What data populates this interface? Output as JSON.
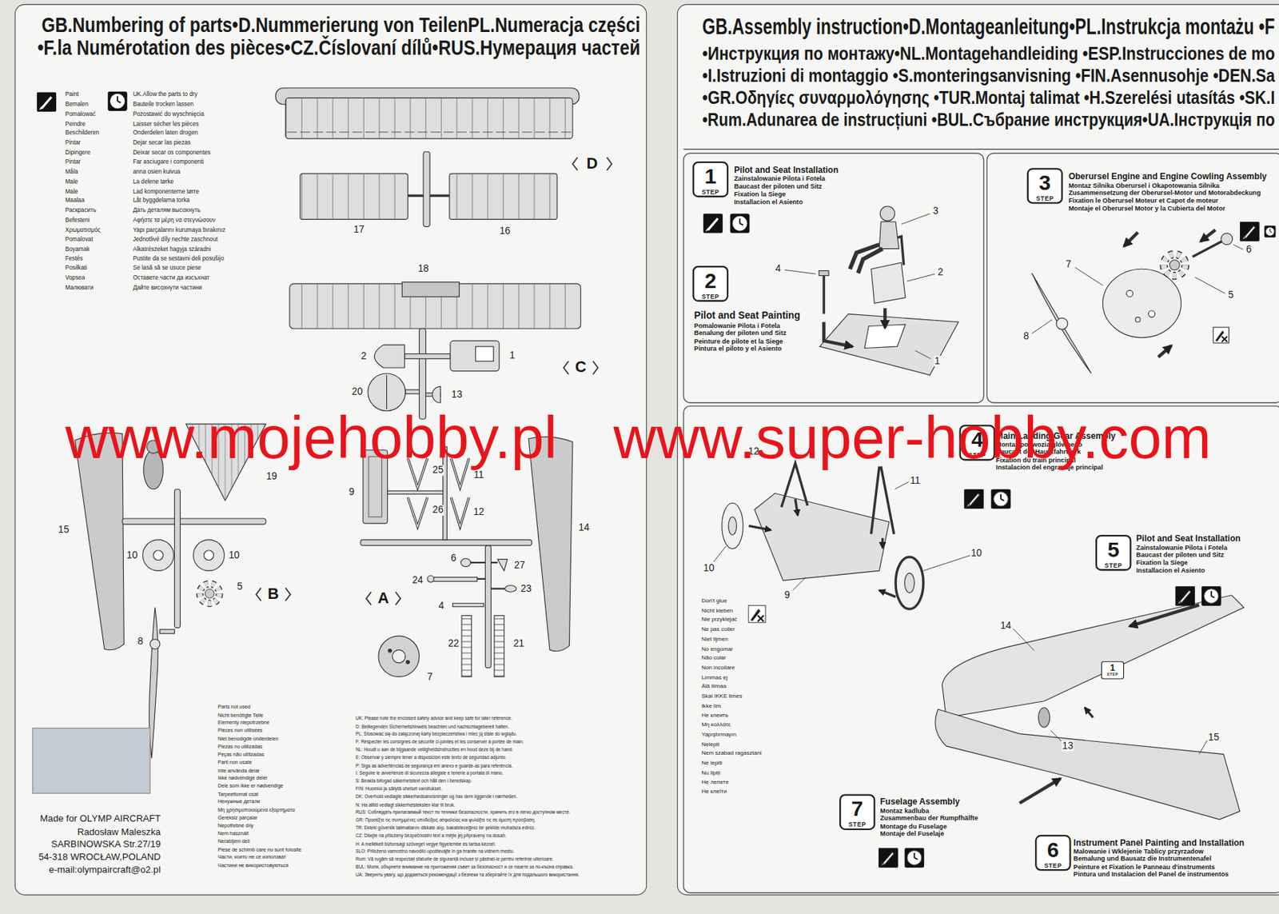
{
  "diagram": {
    "nodes": [
      {
        "text": [
          "GB.Numbering of parts•D.Nummerierung von TeilenPL.Numeracja części",
          "•F.la Numérotation des pièces•CZ.Číslovaní dílů•RUS.Нумерация частей"
        ]
      },
      {
        "text": [
          "GB.Assembly instruction•D.Montageanleitung•PL.Instrukcja montażu •F",
          "•Инструкция по монтажу•NL.Montagehandleiding •ESP.Instrucciones de mo",
          "•I.Istruzioni di montaggio •S.monteringsanvisning •FIN.Asennusohje •DEN.Sa",
          "•GR.Οδηγίες συναρμολόγησης •TUR.Montaj talimat •H.Szerelési utasítás •SK.I",
          "•Rum.Adunarea de instrucțiuni •BUL.Събрание инструкция•UA.Інструкція по"
        ]
      },
      {
        "text": [
          "1",
          "STEP",
          "Pilot and Seat Installation",
          "Zainstalowanie Pilota i Fotela",
          "Baucast der piloten und Sitz",
          "Fixation la Siege",
          "Installacion el Asiento"
        ],
        "in": 1
      },
      {
        "text": [
          "2",
          "STEP",
          "Pilot and Seat Painting",
          "Pomalowanie Pilota i Fotela",
          "Benalung der piloten und Sitz",
          "Peinture de pilote et la Siege",
          "Pintura el piloto y el Asiento"
        ],
        "in": 1
      },
      {
        "text": [
          "3",
          "STEP",
          "Oberursel Engine and Engine Cowling Assembly",
          "Montaz Silnika Oberursel i Okapotowania Silnika",
          "Zusammensetzung der Oberursel-Motor und Motorabdeckung",
          "Fixation le Oberursel Moteur et Capot de moteur",
          "Montaje el Oberursel Motor y la Cubierta del Motor"
        ],
        "in": 1
      },
      {
        "text": [
          "4",
          "STEP",
          "Main Landing Gear Assembly",
          "Montaz podwozia glównego",
          "Baucast der Hauptfahrwerk",
          "Fixation du train principal",
          "Instalacion del engranaje principal"
        ],
        "in": 1
      },
      {
        "text": [
          "5",
          "STEP",
          "Pilot and Seat Installation",
          "Zainstalowanie Pilota i Fotela",
          "Baucast der piloten und Sitz",
          "Fixation la Siege",
          "Installacion el Asiento"
        ],
        "in": 1
      },
      {
        "text": [
          "6",
          "STEP",
          "Instrument Panel Painting and Installation",
          "Malowanie i Wklejenie Tablicy przyrzadow",
          "Bemalung und Bausatz die Instrumentenafel",
          "Peinture et Fixation le Panneau d'instruments",
          "Pintura und Instalacion del Panel de instrumentos"
        ],
        "in": 1
      },
      {
        "text": [
          "7",
          "STEP",
          "Fuselage Assembly",
          "Montaz kadluba",
          "Zusammenbau der Rumpfhälfte",
          "Montage du Fuselage",
          "Montaje del Fuselaje"
        ],
        "in": 1
      },
      {
        "text": [
          "1",
          "STEP"
        ],
        "in": 1
      }
    ],
    "labels": [
      "www.mojehobby.pl",
      "www.super-hobby.com",
      "D",
      "C",
      "B",
      "A",
      "17",
      "16",
      "18",
      "2",
      "1",
      "20",
      "13",
      "19",
      "15",
      "10",
      "10",
      "5",
      "8",
      "9",
      "25",
      "11",
      "26",
      "12",
      "14",
      "6",
      "27",
      "24",
      "23",
      "4",
      "22",
      "21",
      "7",
      "3",
      "4",
      "2",
      "1",
      "6",
      "7",
      "5",
      "8",
      "12",
      "11",
      "10",
      "10",
      "9",
      "14",
      "15",
      "13",
      "Paint",
      "Bemalen",
      "Pomalować",
      "Peindre",
      "Beschilderen",
      "Pintar",
      "Dipingere",
      "Pintar",
      "Måla",
      "Male",
      "Male",
      "Maalaa",
      "Раскрасить",
      "Befesteni",
      "Χρωματισμός",
      "Pomalovat",
      "Boyamak",
      "Festés",
      "Posilkati",
      "Vopsea",
      "Малювати",
      "UK.Allow the parts to dry",
      "Bauteile trocken lassen",
      "Pozostawić do wyschnięcia",
      "Laisser sécher les pièces",
      "Onderdelen laten drogen",
      "Dejar secar las piezas",
      "Deixar secar os componentes",
      "Far asciugare i componenti",
      "anna osien kuivua",
      "La delene tørke",
      "Lad komponenterne tørre",
      "Låt byggdelarna torka",
      "Дать деталям высохнуть",
      "Αφήστε τα μέρη να στεγνώσουν",
      "Yapı parçalarını kurumaya bırakınız",
      "Jednotlivé díly nechte zaschnout",
      "Alkatrészeket hagyja száradni",
      "Pustite da se sestavni deli posušijo",
      "Se lasă să se usuce piese",
      "Оставете части да изсъхнат",
      "Дайте висохнути частини",
      "Parts not used",
      "Nicht benötigte Teile",
      "Elementy niepotrzebne",
      "Pièces non utilisées",
      "Niet benodigde onderdelen",
      "Piezas no utilizadas",
      "Peças não utilizadas",
      "Parti non usate",
      "Inte använda delar",
      "Ikke nødvendige deler",
      "Dele som ikke er nødvendige",
      "Tarpeettomat osat",
      "Ненужные детали",
      "Μη χρησιμοποιούμενα εξαρτήματα",
      "Gereksiz parçalar",
      "Nepotřebné díly",
      "Nem használt",
      "Nerabljeni deli",
      "Piese de schimb care nu sunt folosite",
      "Части, които не се използват",
      "Частини не використовуються",
      "Made for OLYMP AIRCRAFT",
      "Radosław Maleszka",
      "SARBINOWSKA Str.27/19",
      "54-318 WROCŁAW,POLAND",
      "e-mail:olympaircraft@o2.pl",
      "UK: Please note the enclosed safety advice and keep safe for later reference.",
      "D: Beiliegenden Sicherheitshinweis beachten und nachschlagebereit halten.",
      "PL: Stosować się do załączonej karty bezpieczeństwa i mieć ją stale do wglądu.",
      "F: Respecter les consignes de sécurité ci-jointes et les conserver à portée de main.",
      "NL: Houdt u aan de bijgaande veiligheidsinstructies en houd deze bij de hand.",
      "E: Observar y siempre tener a disposición este texto de seguridad adjunto.",
      "P: Siga as advertências de segurança em anexo e guarde-as para referência.",
      "I: Seguire le avvertenze di sicurezza allegate e tenerle a portata di mano.",
      "S: Beakta bifogad säkerhetstext och håll den i beredskap.",
      "FIN: Huomioi ja säilytä oheiset varoitukset.",
      "DK: Overhold vedlagte sikkerhedsanvisninger og hav dem liggende i nærheden.",
      "N: Ha alltid vedlagt sikkerhetsteksten klar til bruk.",
      "RUS: Соблюдать прилагаемый текст по технике безопасности, хранить его в легко доступном месте.",
      "GR: Προσέξτε τις συνημμένες υποδείξεις ασφαλείας και φυλάξτε τις σε άμεση πρόσβαση.",
      "TR: Ekteki güvenlik talimatlarını dikkate alıp, bakabileceğiniz bir şekilde muhafaza ediniz.",
      "CZ: Dbejte na přiložený bezpečnostní text a mějte jej připravený na dosah.",
      "H: A mellékelt biztonsági szöveget vegye figyelembe és tartsa kéznél.",
      "SLO: Priloženo varnostno navodilo upoštevajte in ga hranite na vidnem mestu.",
      "Rum: Vă rugăm să respectați sfaturile de siguranță incluse și păstrați-le pentru referințe ulterioare.",
      "BUL: Моля, обърнете внимание на приложения съвет за безопасност и се пазете за по-късна справка.",
      "UA: Зверніть увагу, що додаються рекомендації з безпеки та зберігайте їх для подальшого використання.",
      "Don't glue",
      "Nicht kleben",
      "Nie przyklejać",
      "Ne pas coller",
      "Niet lijmen",
      "No engomar",
      "Não colar",
      "Non incollare",
      "Limmas ej",
      "Älä liimaa",
      "Skal IKKE limes",
      "Ikke lim",
      "Не клеить",
      "Μη κολλάτε",
      "Yapıştırmayın",
      "Nelepit",
      "Nem szabad ragasztani",
      "Ne lepiti",
      "Nu lipiți",
      "Не лепете",
      "Не клеїти"
    ]
  }
}
